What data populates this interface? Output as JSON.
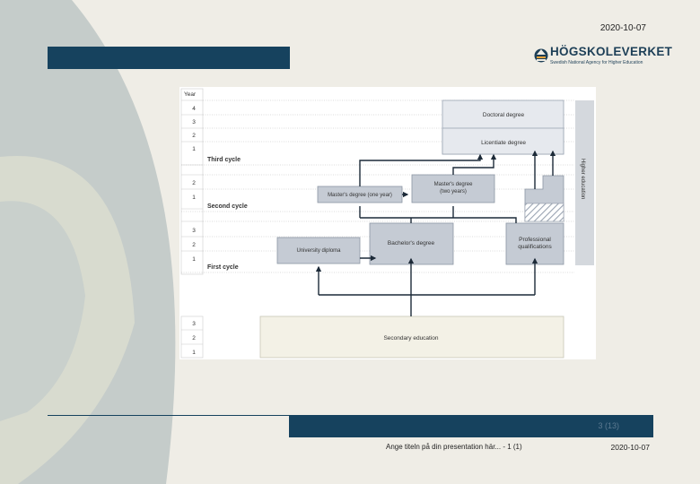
{
  "header": {
    "date": "2020-10-07"
  },
  "logo": {
    "name": "HÖGSKOLEVERKET",
    "subtitle": "Swedish National Agency for Higher Education"
  },
  "diagram": {
    "year_header": "Year",
    "third_cycle_years": [
      "4",
      "3",
      "2",
      "1"
    ],
    "second_cycle_years": [
      "2",
      "1"
    ],
    "first_cycle_years": [
      "3",
      "2",
      "1"
    ],
    "secondary_years": [
      "3",
      "2",
      "1"
    ],
    "cycles": {
      "third": "Third cycle",
      "second": "Second cycle",
      "first": "First cycle"
    },
    "boxes": {
      "doctoral": "Doctoral degree",
      "licentiate": "Licentiate degree",
      "masters_one_year": "Master's degree (one year)",
      "masters_two_years_line1": "Master's degree",
      "masters_two_years_line2": "(two years)",
      "university_diploma": "University diploma",
      "bachelors": "Bachelor's degree",
      "professional_line1": "Professional",
      "professional_line2": "qualifications",
      "secondary": "Secondary education"
    },
    "side_label": "Higher education"
  },
  "footer": {
    "page": "3 (13)",
    "title": "Ange titeln på din presentation här... - 1 (1)",
    "date": "2020-10-07"
  }
}
